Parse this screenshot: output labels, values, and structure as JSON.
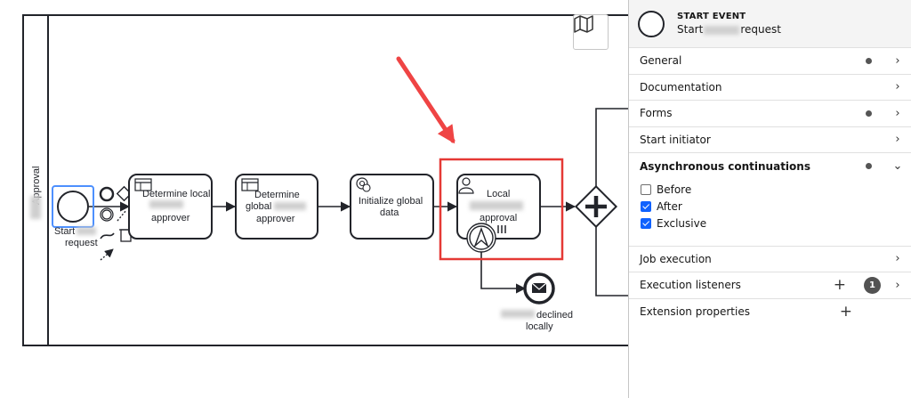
{
  "diagram": {
    "lane_label": "Approval",
    "start_event_label_line1": "Start",
    "start_event_label_line2": "request",
    "task1_line1": "Determine local",
    "task1_line2": "approver",
    "task2_line1": "Determine",
    "task2_line2": "global",
    "task2_line3": "approver",
    "task3_line1": "Initialize global",
    "task3_line2": "data",
    "task4_line1": "Local",
    "task4_line2": "approval",
    "end_event_label_line1": "declined",
    "end_event_label_line2": "locally"
  },
  "panel": {
    "element_type": "START EVENT",
    "element_name_prefix": "Start",
    "element_name_suffix": "request",
    "groups": {
      "general": "General",
      "documentation": "Documentation",
      "forms": "Forms",
      "start_initiator": "Start initiator",
      "async": "Asynchronous continuations",
      "job_execution": "Job execution",
      "execution_listeners": "Execution listeners",
      "execution_listeners_count": "1",
      "extension_properties": "Extension properties"
    },
    "async_options": {
      "before": "Before",
      "after": "After",
      "exclusive": "Exclusive"
    }
  },
  "colors": {
    "selection_blue": "#4d90fe",
    "highlight_red": "#e53935",
    "arrow_red": "#ef4444",
    "checkbox_blue": "#0f62fe"
  }
}
